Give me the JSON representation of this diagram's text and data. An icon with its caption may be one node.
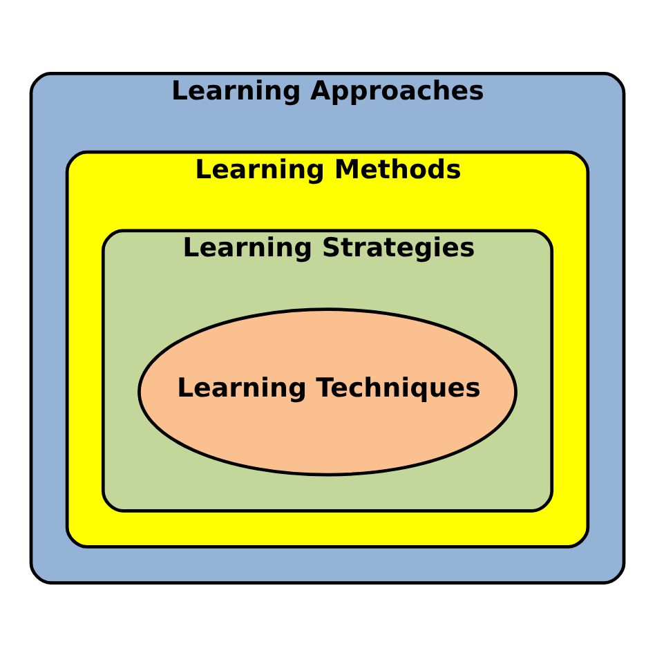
{
  "diagram": {
    "nodes": [
      {
        "text": [
          "Learning Approaches"
        ]
      },
      {
        "text": [
          "Learning Methods"
        ],
        "in": 0
      },
      {
        "text": [
          "Learning Strategies"
        ],
        "in": 1
      },
      {
        "text": [
          "Learning Techniques"
        ],
        "in": 2
      }
    ]
  }
}
